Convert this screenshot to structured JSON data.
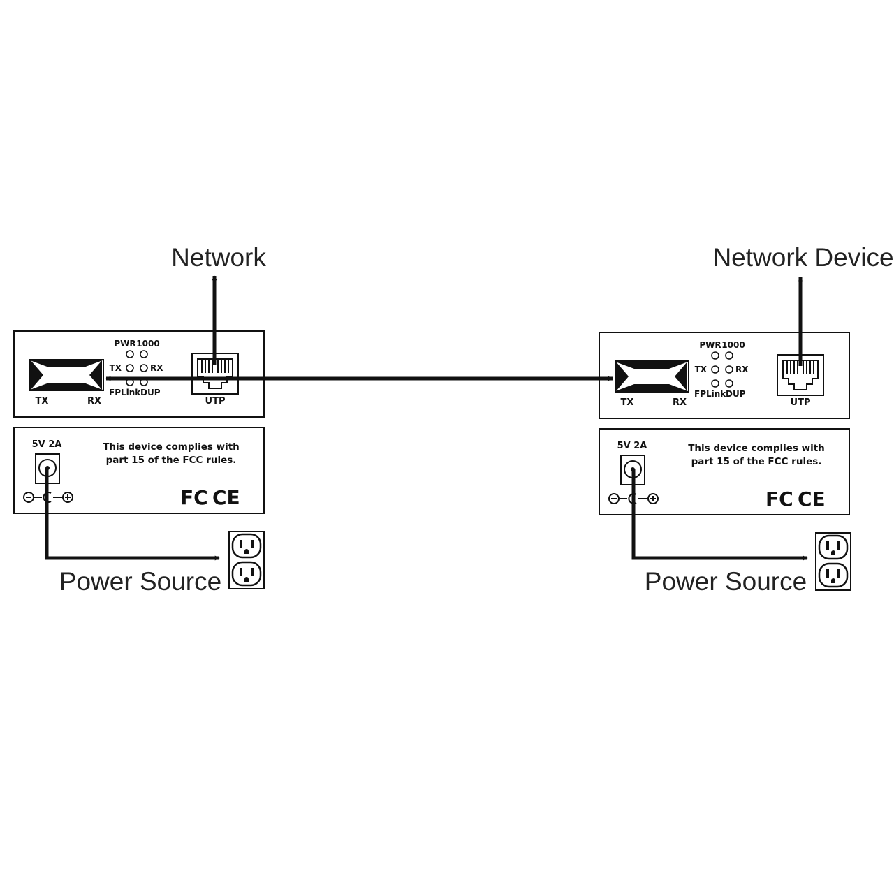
{
  "labels": {
    "left_top": "Network",
    "right_top": "Network Device",
    "left_bottom": "Power Source",
    "right_bottom": "Power Source"
  },
  "converter_front": {
    "tx": "TX",
    "rx": "RX",
    "utp": "UTP",
    "led_pwr": "PWR",
    "led_1000": "1000",
    "led_tx": "TX",
    "led_rx": "RX",
    "led_fp": "FP",
    "led_link": "Link",
    "led_dup": "DUP"
  },
  "converter_back": {
    "power_rating": "5V 2A",
    "compliance_line1": "This device complies with",
    "compliance_line2": "part 15 of the FCC rules.",
    "fcc_logo": "FC",
    "ce_logo": "CE"
  },
  "icons": {
    "sfp_port": "sfp-port-icon",
    "rj45_port": "rj45-port-icon",
    "dc_jack": "dc-jack-icon",
    "polarity": "polarity-icon",
    "outlet": "power-outlet-icon"
  },
  "colors": {
    "line": "#111111",
    "text": "#222222",
    "background": "#ffffff"
  }
}
